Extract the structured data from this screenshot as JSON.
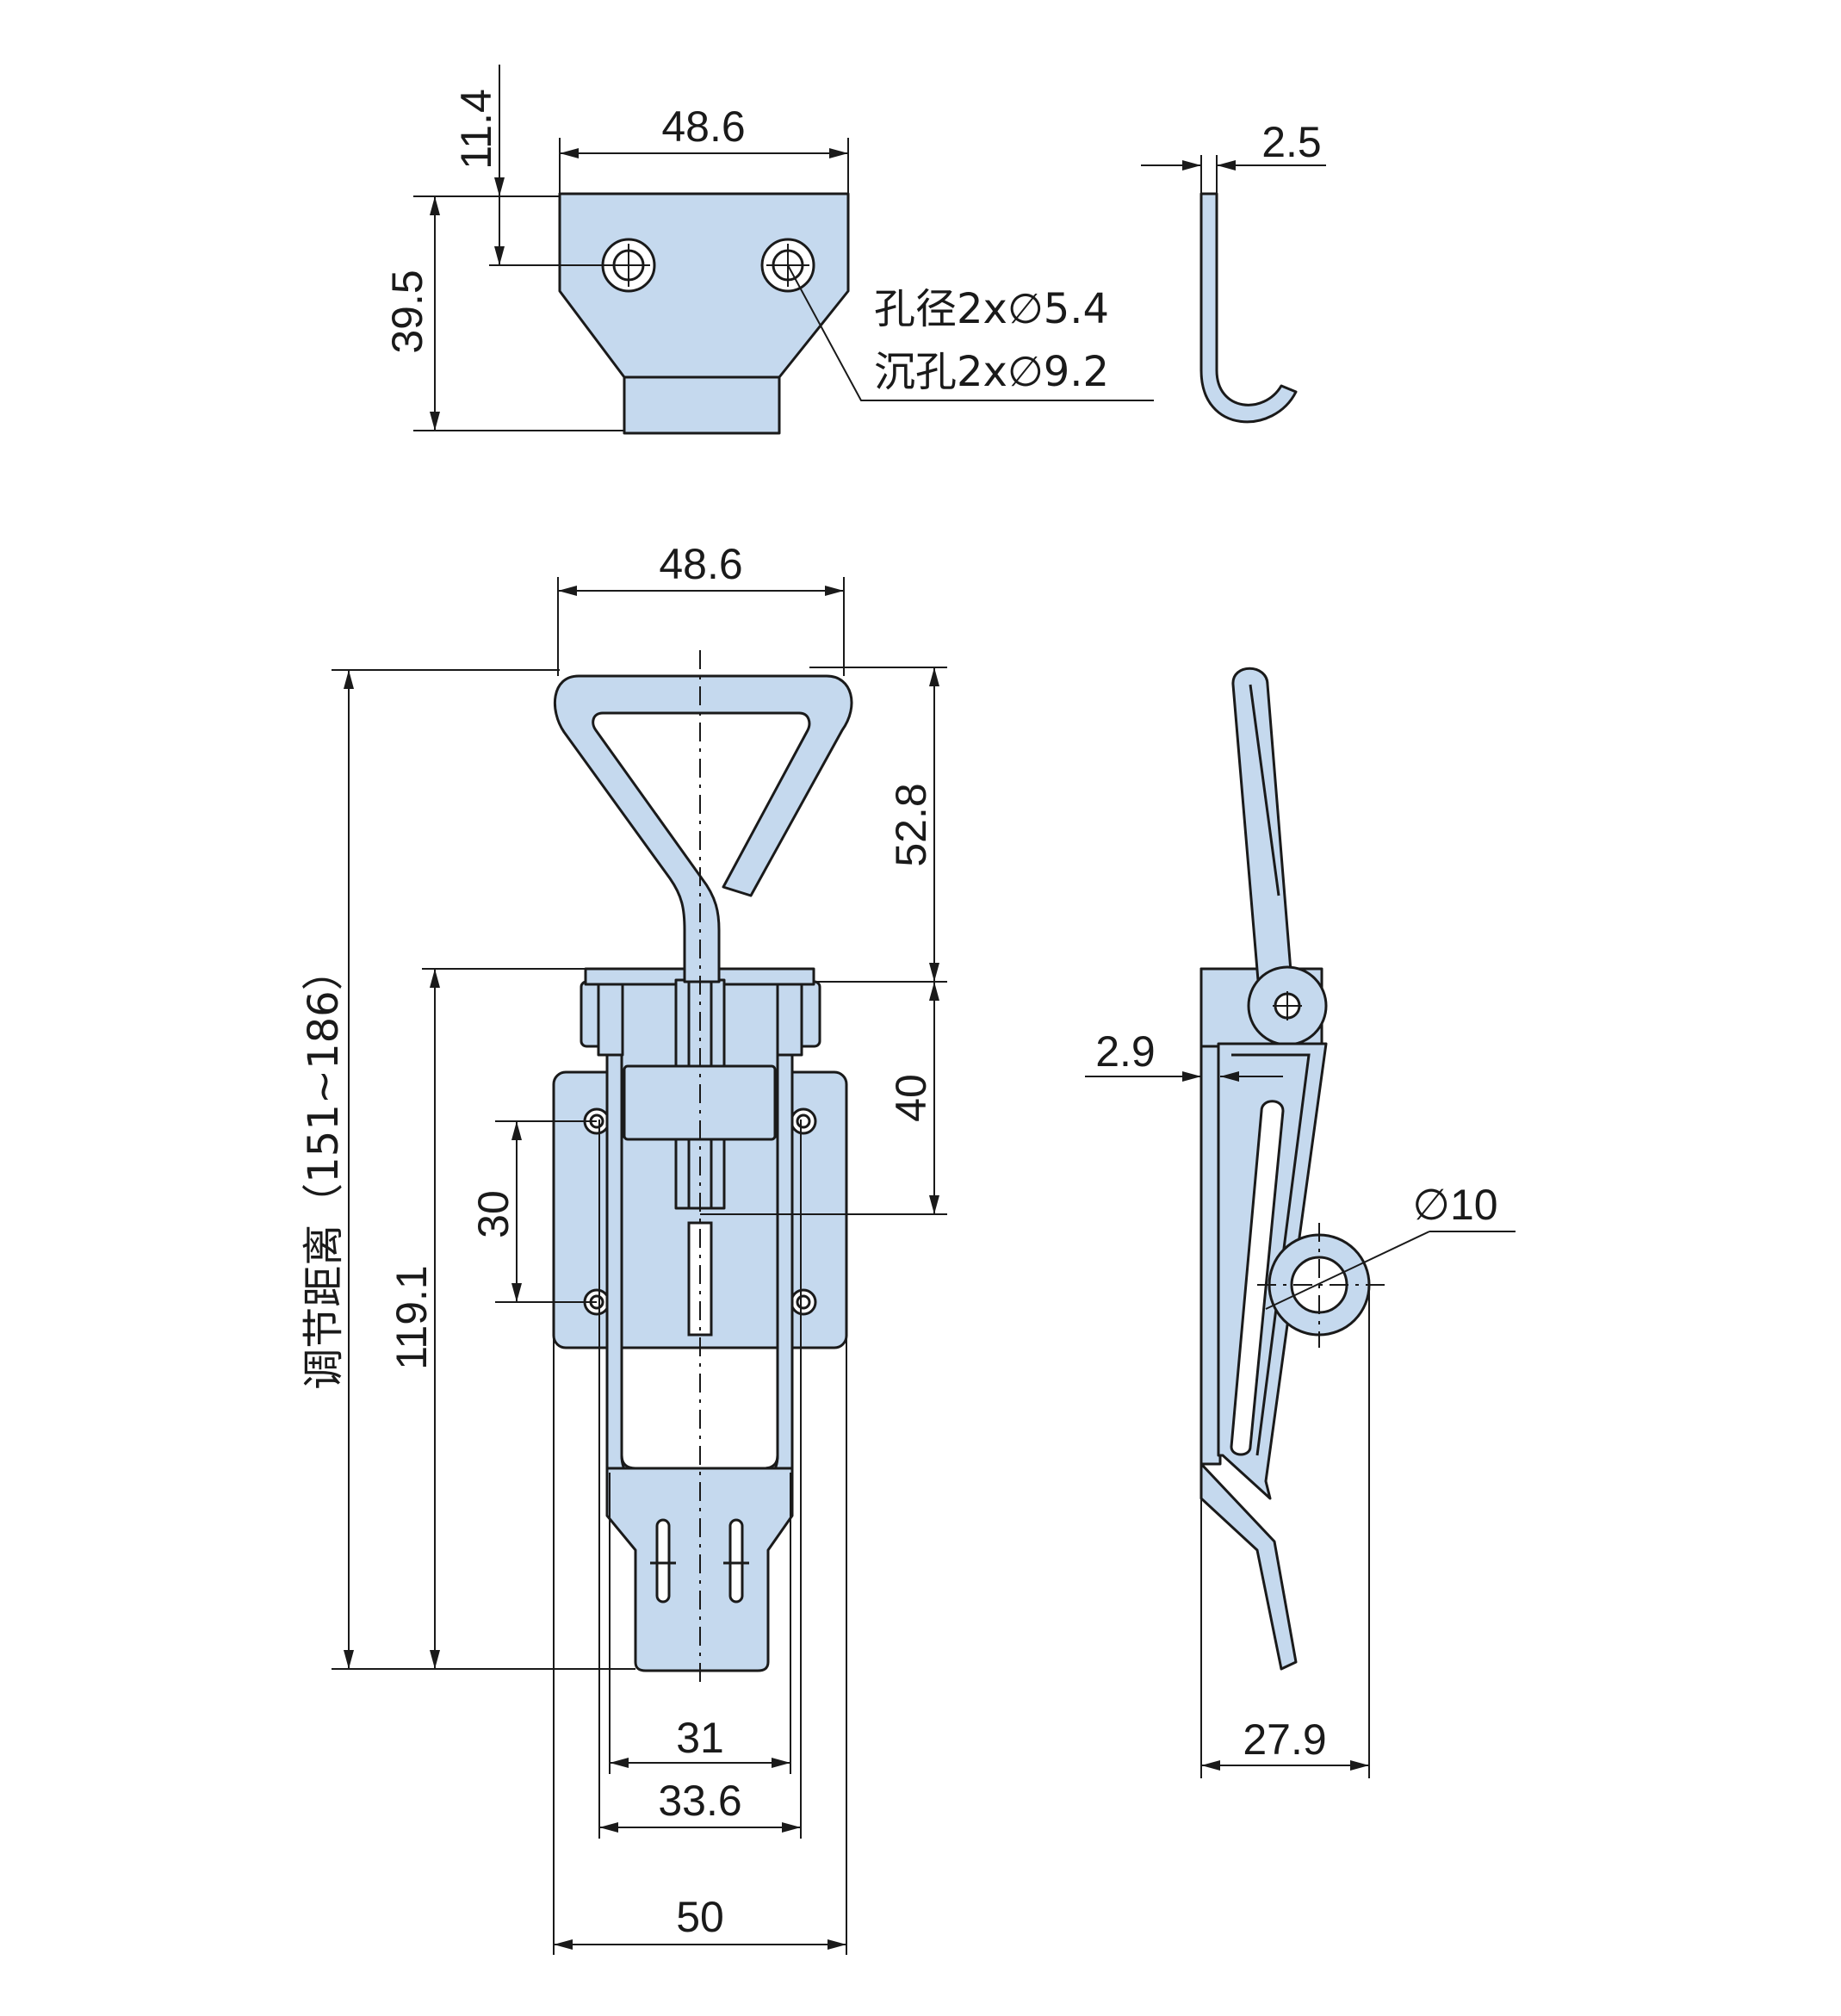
{
  "colors": {
    "part_fill": "#c5d9ee",
    "line": "#1a1a1a",
    "background": "#ffffff"
  },
  "keeper": {
    "width": "48.6",
    "height": "39.5",
    "hole_offset": "11.4",
    "hole_note": "孔径2x∅5.4",
    "counterbore_note": "沉孔2x∅9.2",
    "thickness": "2.5"
  },
  "latch": {
    "handle_width": "48.6",
    "handle_height": "52.8",
    "pivot_to_plate": "40",
    "hole_spacing_v": "30",
    "body_length": "119.1",
    "adjust_range": "调节距离（151~186）",
    "inner_width": "31",
    "outer_width": "33.6",
    "plate_width": "50",
    "plate_thickness": "2.9",
    "pin_diameter": "∅10",
    "side_depth": "27.9"
  }
}
